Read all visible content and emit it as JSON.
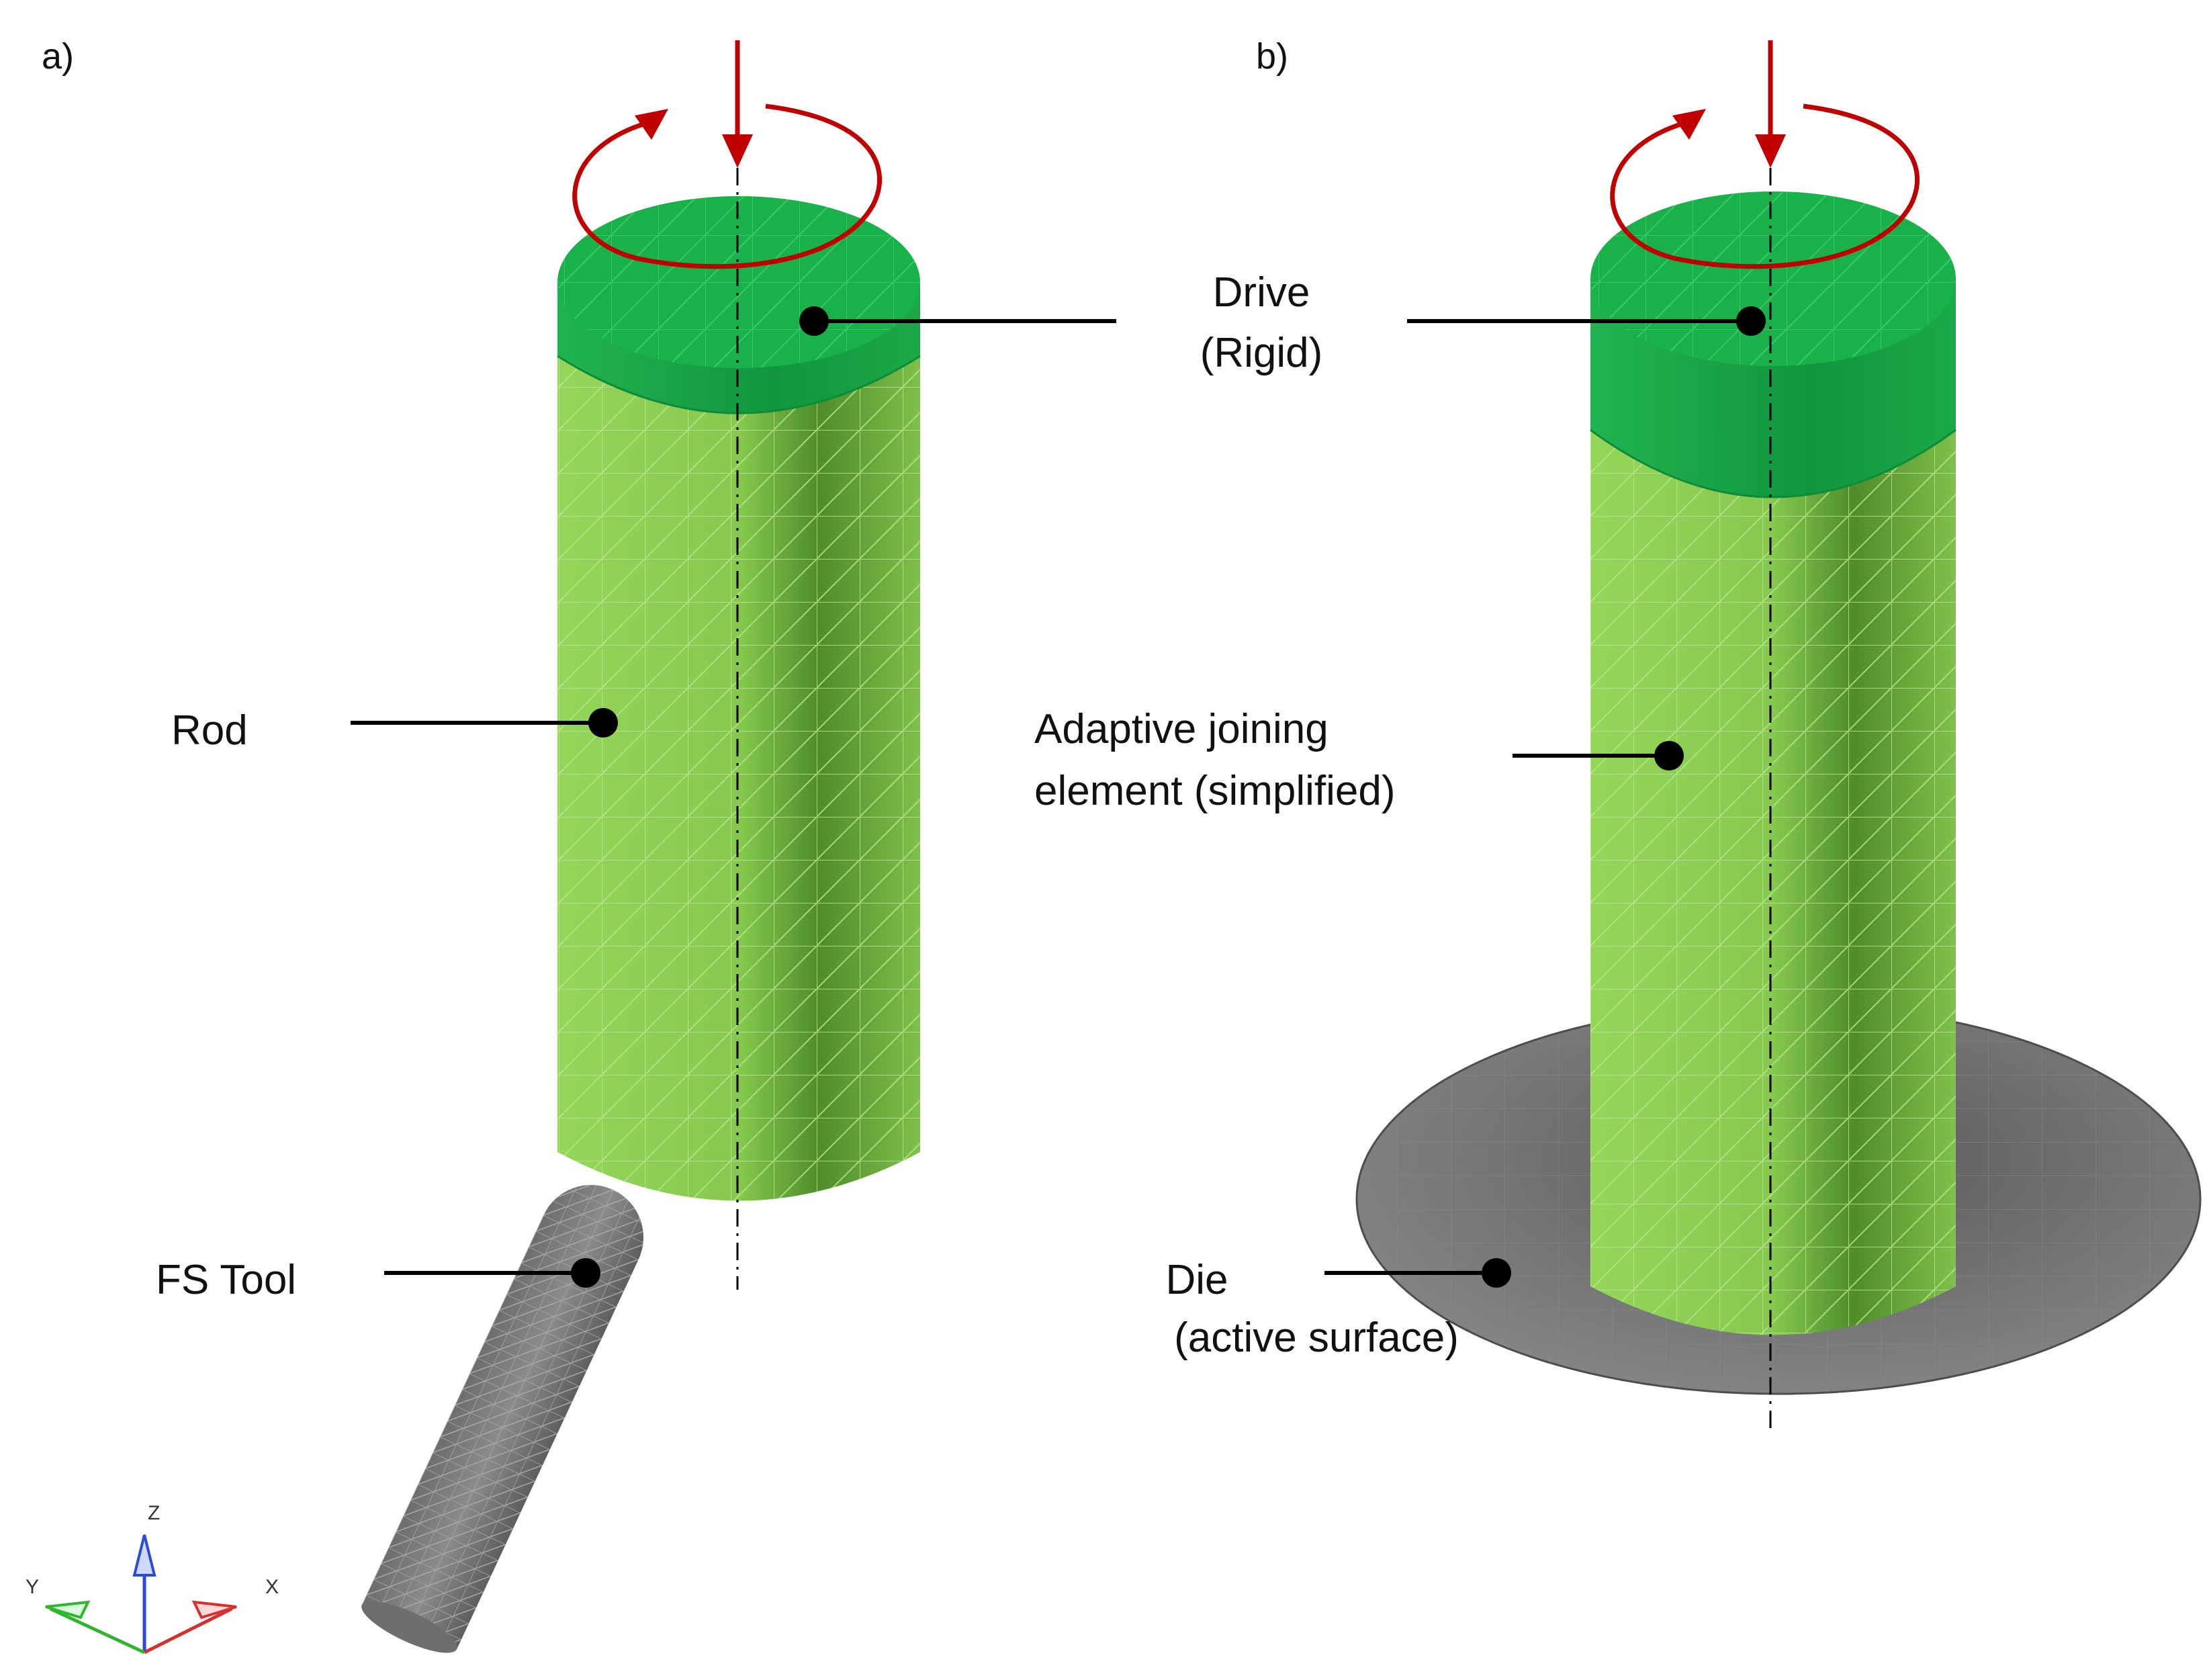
{
  "panels": {
    "a": {
      "label": "a)"
    },
    "b": {
      "label": "b)"
    }
  },
  "callouts": {
    "drive_line1": "Drive",
    "drive_line2": "(Rigid)",
    "rod": "Rod",
    "fs_tool": "FS Tool",
    "adaptive_line1": "Adaptive joining",
    "adaptive_line2": "element (simplified)",
    "die_line1": "Die",
    "die_line2": "(active surface)"
  },
  "triad": {
    "z": "Z",
    "y": "Y",
    "x": "X"
  },
  "colors": {
    "drive_green": "#1bb14a",
    "rod_green": "#8cd154",
    "tool_gray": "#7a7a7a",
    "die_gray": "#6b6b6b",
    "motion_red": "#c00000",
    "axis_z": "#2a4bd7",
    "axis_y": "#2fb52f",
    "axis_x": "#d83030"
  },
  "icons": {
    "rotation": "rotation-arrow-icon",
    "feed": "down-arrow-icon",
    "triad": "coordinate-triad-icon"
  }
}
